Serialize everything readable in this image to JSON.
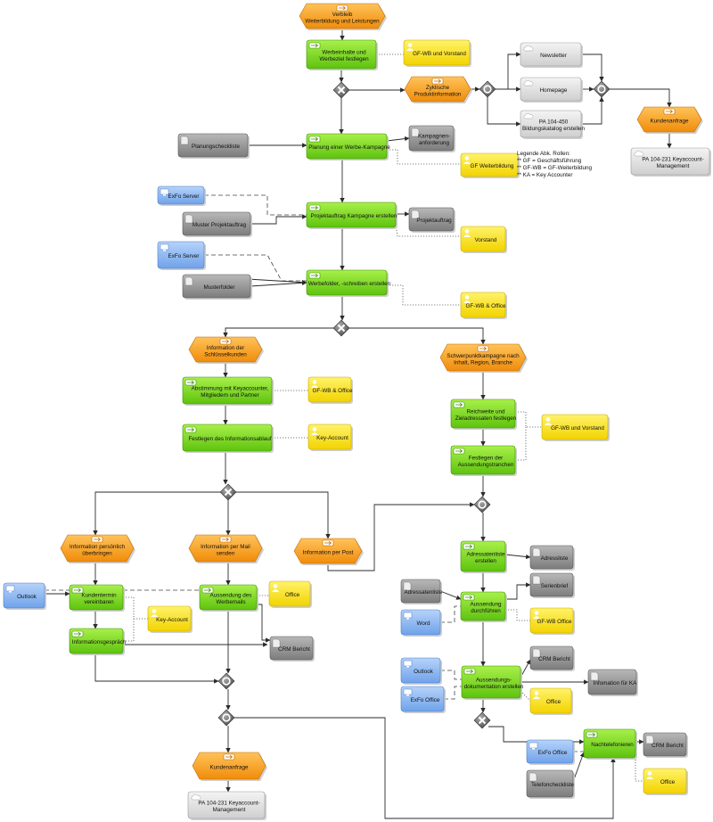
{
  "colors": {
    "event": "#f7a21b",
    "function": "#7ddc1f",
    "role": "#ffe800",
    "document": "#9a9a9a",
    "system": "#8db8f2",
    "deliverable": "#e2e2e2",
    "gateway": "#7a7a7a"
  },
  "legend": {
    "lines": [
      "Legende Abk. Rollen:",
      "** GF = Geschäftsführung",
      "** GF-WB = GF-Weiterbildung",
      "** KA = Key Accounter"
    ]
  },
  "nodes": [
    {
      "id": "ev_start",
      "kind": "event",
      "lines": [
        "Verbleib",
        "Weiterbildung und Leistungen"
      ]
    },
    {
      "id": "f_werbeinhalte",
      "kind": "function",
      "lines": [
        "Werbeinhalte und",
        "Werbeziel festlegen"
      ]
    },
    {
      "id": "r_gfwb_vorstand",
      "kind": "role",
      "lines": [
        "GF-WB und Vorstand"
      ]
    },
    {
      "id": "ev_zyklisch",
      "kind": "event",
      "lines": [
        "Zyklische",
        "Produktinformation"
      ]
    },
    {
      "id": "d_newsletter",
      "kind": "deliverable",
      "lines": [
        "Newsletter"
      ]
    },
    {
      "id": "d_homepage",
      "kind": "deliverable",
      "lines": [
        "Homepage"
      ]
    },
    {
      "id": "d_pa104450",
      "kind": "deliverable",
      "lines": [
        "PA 104-450",
        "Bildungskatalog erstellen"
      ]
    },
    {
      "id": "ev_kundenanfrage1",
      "kind": "event",
      "lines": [
        "Kundenanfrage"
      ]
    },
    {
      "id": "d_pa104231_a",
      "kind": "deliverable",
      "lines": [
        "PA 104-231 Keyaccount-",
        "Management"
      ]
    },
    {
      "id": "doc_planungscheck",
      "kind": "document",
      "lines": [
        "Planungscheckliste"
      ]
    },
    {
      "id": "f_planung",
      "kind": "function",
      "lines": [
        "Planung einer Werbe-Kampagne"
      ]
    },
    {
      "id": "doc_kampagnenanf",
      "kind": "document",
      "lines": [
        "Kampagnen-",
        "anforderung"
      ]
    },
    {
      "id": "r_gfweiter",
      "kind": "role",
      "lines": [
        "GF Weiterbildung"
      ]
    },
    {
      "id": "s_exfo1",
      "kind": "system",
      "lines": [
        "ExFo Server"
      ]
    },
    {
      "id": "doc_musterprojekt",
      "kind": "document",
      "lines": [
        "Muster Projektauftrag"
      ]
    },
    {
      "id": "f_projektauftrag",
      "kind": "function",
      "lines": [
        "Projektauftrag Kampagne erstellen"
      ]
    },
    {
      "id": "doc_projektauftrag",
      "kind": "document",
      "lines": [
        "Projektauftrag"
      ]
    },
    {
      "id": "r_vorstand",
      "kind": "role",
      "lines": [
        "Vorstand"
      ]
    },
    {
      "id": "s_exfo2",
      "kind": "system",
      "lines": [
        "ExFo Server"
      ]
    },
    {
      "id": "doc_musterfolder",
      "kind": "document",
      "lines": [
        "Musterfolder"
      ]
    },
    {
      "id": "f_werbefolder",
      "kind": "function",
      "lines": [
        "Werbefolder, -schreiben erstellen"
      ]
    },
    {
      "id": "r_gfwb_office1",
      "kind": "role",
      "lines": [
        "GF-WB & Office"
      ]
    },
    {
      "id": "ev_schluessel",
      "kind": "event",
      "lines": [
        "Information der",
        "Schlüsselkunden"
      ]
    },
    {
      "id": "ev_schwerpunkt",
      "kind": "event",
      "lines": [
        "Schwerpunktkampagne nach",
        "Inhalt, Region, Branche"
      ]
    },
    {
      "id": "f_abstimmung",
      "kind": "function",
      "lines": [
        "Abstimmung mit Keyaccounter,",
        "Mitgliedern und Partner"
      ]
    },
    {
      "id": "r_gfwb_office2",
      "kind": "role",
      "lines": [
        "GF-WB & Office"
      ]
    },
    {
      "id": "f_festlegen_info",
      "kind": "function",
      "lines": [
        "Festlegen des Informationsablauf"
      ]
    },
    {
      "id": "r_keyaccount1",
      "kind": "role",
      "lines": [
        "Key-Account"
      ]
    },
    {
      "id": "f_reichweite",
      "kind": "function",
      "lines": [
        "Reichweite und",
        "Zieladressaten festlegen"
      ]
    },
    {
      "id": "r_gfwb_vorstand2",
      "kind": "role",
      "lines": [
        "GF-WB und Vorstand"
      ]
    },
    {
      "id": "f_festlegen_aussend",
      "kind": "function",
      "lines": [
        "Festlegen der",
        "Aussendungstranchen"
      ]
    },
    {
      "id": "ev_persoenlich",
      "kind": "event",
      "lines": [
        "Information persönlich",
        "überbringen"
      ]
    },
    {
      "id": "ev_mail",
      "kind": "event",
      "lines": [
        "Information per  Mail",
        "senden"
      ]
    },
    {
      "id": "ev_post",
      "kind": "event",
      "lines": [
        "Information per Post"
      ]
    },
    {
      "id": "s_outlook1",
      "kind": "system",
      "lines": [
        "Outlook"
      ]
    },
    {
      "id": "f_kundentermin",
      "kind": "function",
      "lines": [
        "Kundentermin",
        "vereinbaren"
      ]
    },
    {
      "id": "f_aussendung_werbe",
      "kind": "function",
      "lines": [
        "Aussendung des",
        "Werbemails"
      ]
    },
    {
      "id": "r_office1",
      "kind": "role",
      "lines": [
        "Office"
      ]
    },
    {
      "id": "r_keyaccount2",
      "kind": "role",
      "lines": [
        "Key-Account"
      ]
    },
    {
      "id": "f_infogespraech",
      "kind": "function",
      "lines": [
        "Informationsgespräch"
      ]
    },
    {
      "id": "doc_crm1",
      "kind": "document",
      "lines": [
        "CRM Bericht"
      ]
    },
    {
      "id": "f_adressatenliste",
      "kind": "function",
      "lines": [
        "Adressatenliste",
        "erstellen"
      ]
    },
    {
      "id": "doc_adressliste",
      "kind": "document",
      "lines": [
        "Adressliste"
      ]
    },
    {
      "id": "doc_adressatenliste",
      "kind": "document",
      "lines": [
        "Adressatenliste"
      ]
    },
    {
      "id": "doc_serienbrief",
      "kind": "document",
      "lines": [
        "Serienbrief"
      ]
    },
    {
      "id": "f_aussendung_durch",
      "kind": "function",
      "lines": [
        "Aussendung",
        "durchführen"
      ]
    },
    {
      "id": "s_word",
      "kind": "system",
      "lines": [
        "Word"
      ]
    },
    {
      "id": "r_gfwb_office3",
      "kind": "role",
      "lines": [
        "GF-WB Office"
      ]
    },
    {
      "id": "doc_crm2",
      "kind": "document",
      "lines": [
        "CRM Bericht"
      ]
    },
    {
      "id": "s_outlook2",
      "kind": "system",
      "lines": [
        "Outlook"
      ]
    },
    {
      "id": "f_aussend_doku",
      "kind": "function",
      "lines": [
        "Aussendungs-",
        "dokumentation erstellen"
      ]
    },
    {
      "id": "doc_infoka",
      "kind": "document",
      "lines": [
        "Infomation für KA"
      ]
    },
    {
      "id": "s_exfo_office1",
      "kind": "system",
      "lines": [
        "ExFo Office"
      ]
    },
    {
      "id": "r_office2",
      "kind": "role",
      "lines": [
        "Office"
      ]
    },
    {
      "id": "s_exfo_office2",
      "kind": "system",
      "lines": [
        "ExFo Office"
      ]
    },
    {
      "id": "f_nachtelefon",
      "kind": "function",
      "lines": [
        "Nachtelefonieren"
      ]
    },
    {
      "id": "doc_crm3",
      "kind": "document",
      "lines": [
        "CRM Bericht"
      ]
    },
    {
      "id": "doc_telefoncheck",
      "kind": "document",
      "lines": [
        "Telefoncheckliste"
      ]
    },
    {
      "id": "r_office3",
      "kind": "role",
      "lines": [
        "Office"
      ]
    },
    {
      "id": "ev_kundenanfrage2",
      "kind": "event",
      "lines": [
        "Kundenanfrage"
      ]
    },
    {
      "id": "d_pa104231_b",
      "kind": "deliverable",
      "lines": [
        "PA 104-231 Keyaccount-",
        "Management"
      ]
    }
  ],
  "gateways": [
    {
      "id": "g_xor1",
      "kind": "xor"
    },
    {
      "id": "g_or1",
      "kind": "or"
    },
    {
      "id": "g_or2",
      "kind": "or"
    },
    {
      "id": "g_xor2",
      "kind": "xor"
    },
    {
      "id": "g_xor3",
      "kind": "xor"
    },
    {
      "id": "g_or3",
      "kind": "or"
    },
    {
      "id": "g_or4",
      "kind": "or"
    },
    {
      "id": "g_or5",
      "kind": "or"
    },
    {
      "id": "g_xor4",
      "kind": "xor"
    }
  ]
}
